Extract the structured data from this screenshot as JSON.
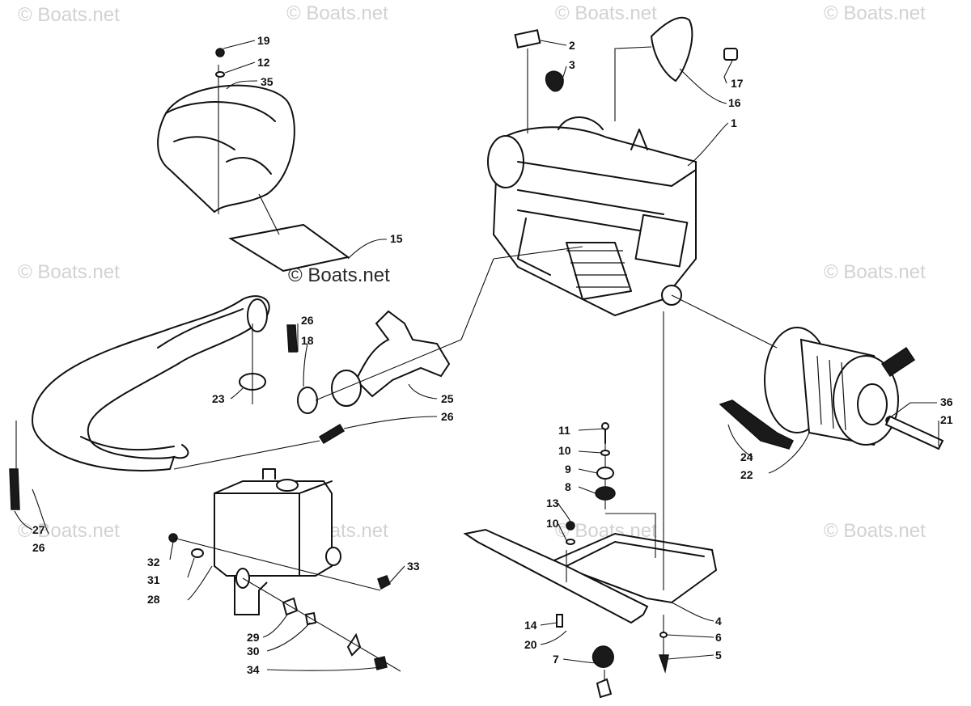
{
  "watermarks": {
    "text": "© Boats.net",
    "center_text": "© Boats.net"
  },
  "callouts": {
    "c1": "1",
    "c2": "2",
    "c3": "3",
    "c4": "4",
    "c5": "5",
    "c6": "6",
    "c7": "7",
    "c8": "8",
    "c9": "9",
    "c10a": "10",
    "c10b": "10",
    "c11": "11",
    "c12": "12",
    "c13": "13",
    "c14": "14",
    "c15": "15",
    "c16": "16",
    "c17": "17",
    "c18": "18",
    "c19": "19",
    "c20": "20",
    "c21": "21",
    "c22": "22",
    "c23": "23",
    "c24": "24",
    "c25": "25",
    "c26a": "26",
    "c26b": "26",
    "c26c": "26",
    "c27": "27",
    "c28": "28",
    "c29": "29",
    "c30": "30",
    "c31": "31",
    "c32": "32",
    "c33": "33",
    "c34": "34",
    "c35": "35",
    "c36": "36"
  }
}
